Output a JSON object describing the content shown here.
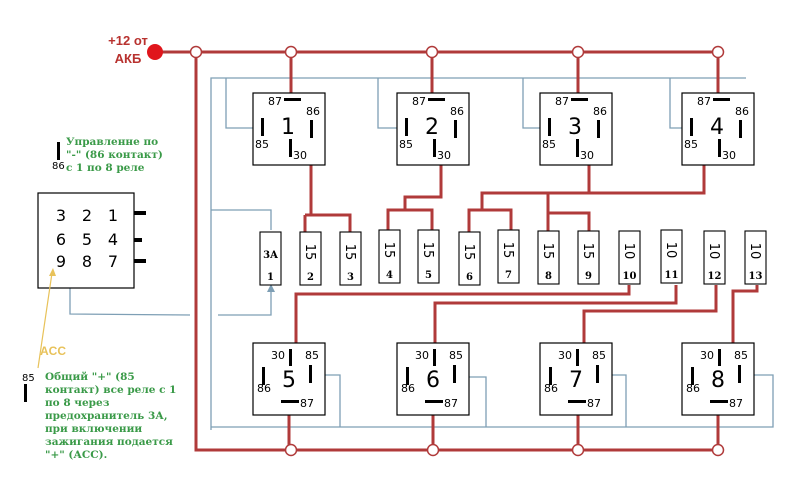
{
  "power": {
    "label_line1": "+12 от",
    "label_line2": "АКБ",
    "color": "#e0161c",
    "wire_color": "#b03a3a"
  },
  "signal_wire_color": "#7e9fb5",
  "acc_arrow_color": "#e8c25a",
  "note_color": "#3a9a48",
  "notes": {
    "control": {
      "pin": "86",
      "lines": [
        "Управленне по",
        "\"-\" (86 контакт)",
        "с 1 по 8 реле"
      ]
    },
    "common": {
      "pin": "85",
      "lines": [
        "Общий \"+\" (85",
        "контакт) все реле с 1",
        "по 8 через",
        "предохранитель 3А,",
        "при включении",
        "зажигания подается",
        "\"+\" (АСС)."
      ]
    },
    "acc_label": "ACC"
  },
  "connector": {
    "rows": [
      [
        "3",
        "2",
        "1"
      ],
      [
        "6",
        "5",
        "4"
      ],
      [
        "9",
        "8",
        "7"
      ]
    ]
  },
  "relays_top": [
    {
      "num": "1",
      "p87": "87",
      "p86": "86",
      "p85": "85",
      "p30": "30"
    },
    {
      "num": "2",
      "p87": "87",
      "p86": "86",
      "p85": "85",
      "p30": "30"
    },
    {
      "num": "3",
      "p87": "87",
      "p86": "86",
      "p85": "85",
      "p30": "30"
    },
    {
      "num": "4",
      "p87": "87",
      "p86": "86",
      "p85": "85",
      "p30": "30"
    }
  ],
  "relays_bottom": [
    {
      "num": "5",
      "p87": "87",
      "p86": "86",
      "p85": "85",
      "p30": "30"
    },
    {
      "num": "6",
      "p87": "87",
      "p86": "86",
      "p85": "85",
      "p30": "30"
    },
    {
      "num": "7",
      "p87": "87",
      "p86": "86",
      "p85": "85",
      "p30": "30"
    },
    {
      "num": "8",
      "p87": "87",
      "p86": "86",
      "p85": "85",
      "p30": "30"
    }
  ],
  "fuses": [
    {
      "rating": "3A",
      "index": "1"
    },
    {
      "rating": "15",
      "index": "2"
    },
    {
      "rating": "15",
      "index": "3"
    },
    {
      "rating": "15",
      "index": "4"
    },
    {
      "rating": "15",
      "index": "5"
    },
    {
      "rating": "15",
      "index": "6"
    },
    {
      "rating": "15",
      "index": "7"
    },
    {
      "rating": "15",
      "index": "8"
    },
    {
      "rating": "15",
      "index": "9"
    },
    {
      "rating": "10",
      "index": "10"
    },
    {
      "rating": "10",
      "index": "11"
    },
    {
      "rating": "10",
      "index": "12"
    },
    {
      "rating": "10",
      "index": "13"
    }
  ]
}
